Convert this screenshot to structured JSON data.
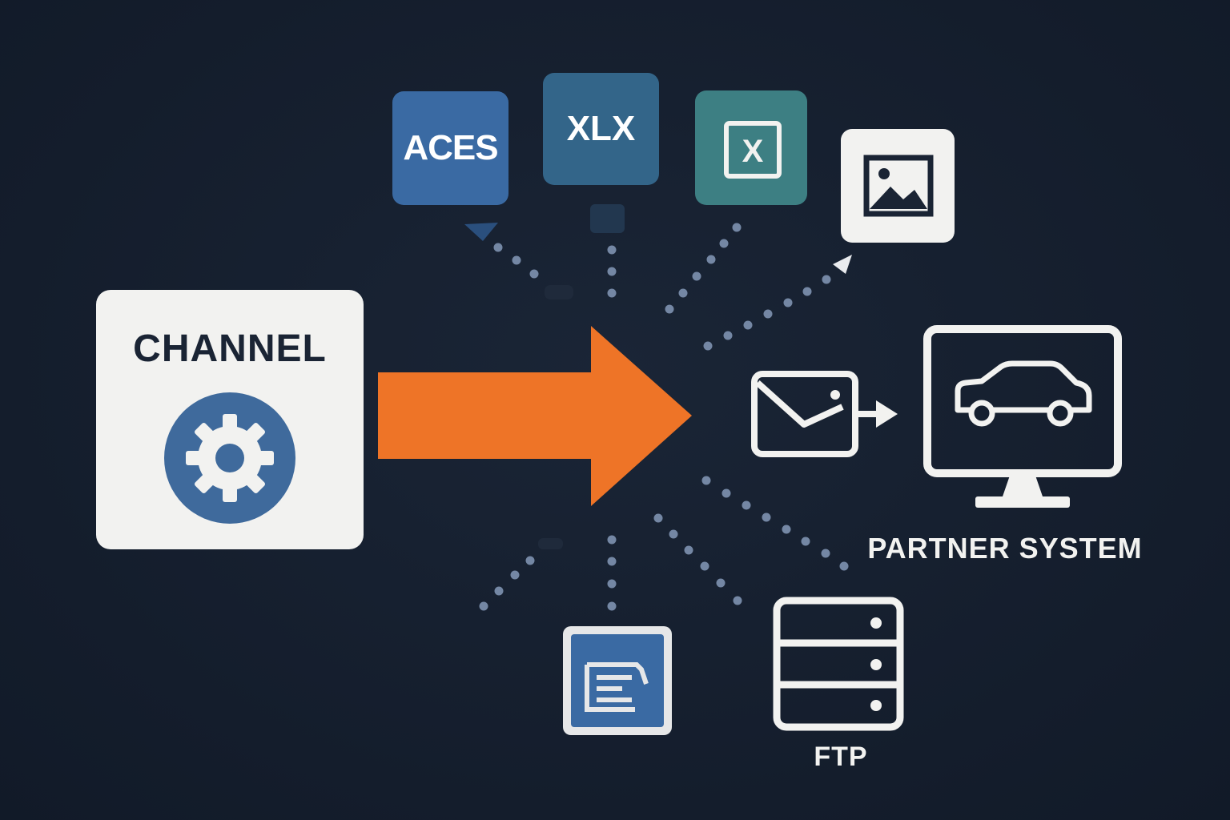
{
  "channel": {
    "title": "CHANNEL",
    "icon": "gear-icon"
  },
  "formats": {
    "aces_label": "ACES",
    "xlx_label": "XLX",
    "excel_icon": "excel-icon",
    "excel_glyph": "X",
    "image_icon": "image-icon",
    "document_icon": "document-icon"
  },
  "delivery": {
    "email_icon": "email-icon",
    "partner_system_label": "PARTNER SYSTEM",
    "partner_icon": "monitor-car-icon",
    "ftp_label": "FTP",
    "ftp_icon": "server-icon"
  },
  "colors": {
    "background": "#151f2f",
    "arrow": "#ee7427",
    "aces": "#3a6aa3",
    "xlx": "#336589",
    "excel": "#3d7f83",
    "gear_circle": "#3f6a9c",
    "dots": "#7487a4"
  }
}
